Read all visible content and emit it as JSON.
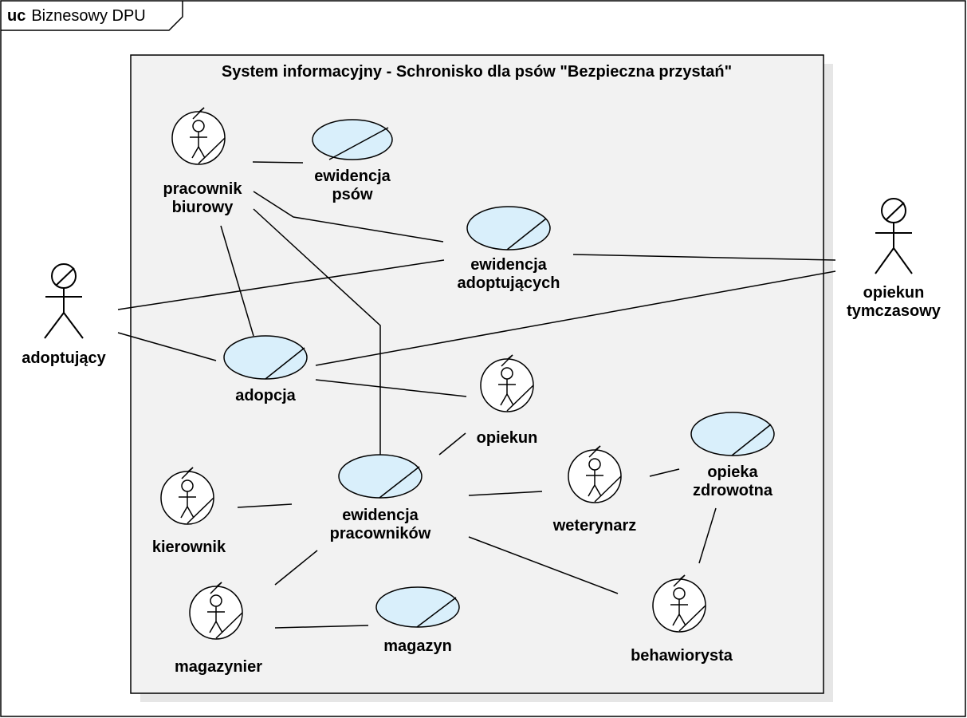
{
  "frame": {
    "keyword": "uc",
    "title": "Biznesowy DPU"
  },
  "system": {
    "title": "System informacyjny - Schronisko dla psów \"Bezpieczna przystań\""
  },
  "actors": {
    "adoptujacy": {
      "label": "adoptujący",
      "icon": "business-actor-icon"
    },
    "opiekun_tymczasowy": {
      "line1": "opiekun",
      "line2": "tymczasowy",
      "icon": "business-actor-icon"
    }
  },
  "workers": {
    "pracownik_biurowy": {
      "line1": "pracownik",
      "line2": "biurowy",
      "icon": "business-worker-icon"
    },
    "opiekun": {
      "label": "opiekun",
      "icon": "business-worker-icon"
    },
    "kierownik": {
      "label": "kierownik",
      "icon": "business-worker-icon"
    },
    "weterynarz": {
      "label": "weterynarz",
      "icon": "business-worker-icon"
    },
    "magazynier": {
      "label": "magazynier",
      "icon": "business-worker-icon"
    },
    "behawiorysta": {
      "label": "behawiorysta",
      "icon": "business-worker-icon"
    }
  },
  "use_cases": {
    "ewidencja_psow": {
      "line1": "ewidencja",
      "line2": "psów",
      "icon": "business-use-case-icon"
    },
    "ewidencja_adoptujacych": {
      "line1": "ewidencja",
      "line2": "adoptujących",
      "icon": "business-use-case-icon"
    },
    "adopcja": {
      "label": "adopcja",
      "icon": "business-use-case-icon"
    },
    "ewidencja_pracownikow": {
      "line1": "ewidencja",
      "line2": "pracowników",
      "icon": "business-use-case-icon"
    },
    "opieka_zdrowotna": {
      "line1": "opieka",
      "line2": "zdrowotna",
      "icon": "business-use-case-icon"
    },
    "magazyn": {
      "label": "magazyn",
      "icon": "business-use-case-icon"
    }
  },
  "colors": {
    "use_case_fill": "#d9effb",
    "system_fill": "#f2f2f2",
    "shadow": "#e6e6e6"
  }
}
